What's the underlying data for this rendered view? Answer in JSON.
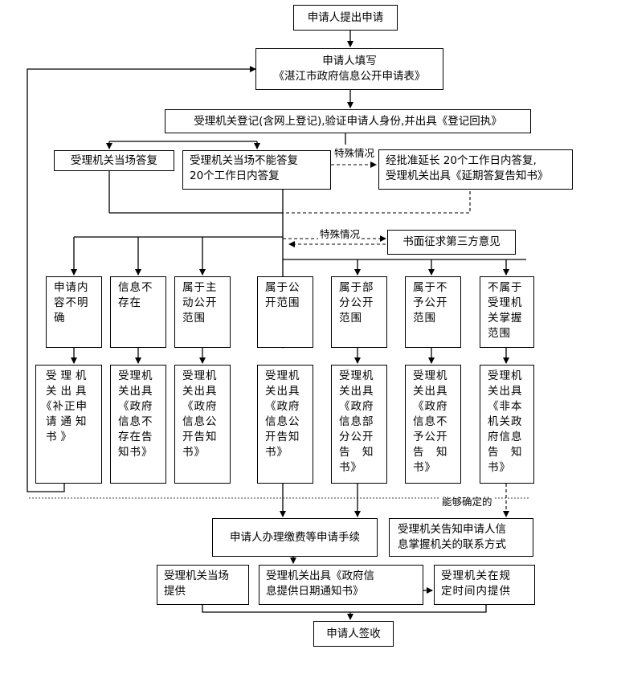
{
  "nodes": {
    "apply": "申请人提出申请",
    "fill_form": [
      "申请人填写",
      "《湛江市政府信息公开申请表》"
    ],
    "register": "受理机关登记(含网上登记),验证申请人身份,并出具《登记回执》",
    "reply_onsite": "受理机关当场答复",
    "reply_20days": [
      "受理机关当场不能答复",
      "20个工作日内答复"
    ],
    "extension": [
      "经批准延长 20个工作日内答复,",
      "受理机关出具《延期答复告知书》"
    ],
    "third_party": "书面征求第三方意见",
    "categories": [
      [
        "申请内",
        "容不明",
        "确"
      ],
      [
        "信息不",
        "存在"
      ],
      [
        "属于主",
        "动公开",
        "范围"
      ],
      [
        "属于公",
        "开范围"
      ],
      [
        "属于部",
        "分公开",
        "范围"
      ],
      [
        "属于不",
        "予公开",
        "范围"
      ],
      [
        "不属于",
        "受理机",
        "关掌握",
        "范围"
      ]
    ],
    "notices": [
      [
        "受理机",
        "关出具",
        "《补正申",
        "请通知",
        "书》"
      ],
      [
        "受理机",
        "关出具",
        "《政府",
        "信息不",
        "存在告",
        "知书》"
      ],
      [
        "受理机",
        "关出具",
        "《政府",
        "信息公",
        "开告知",
        "书》"
      ],
      [
        "受理机",
        "关出具",
        "《政府",
        "信息公",
        "开告知",
        "书》"
      ],
      [
        "受理机",
        "关出具",
        "《政府",
        "信息部",
        "分公开",
        "告　知",
        "书》"
      ],
      [
        "受理机",
        "关出具",
        "《政府",
        "信息不",
        "予公开",
        "告　知",
        "书》"
      ],
      [
        "受理机",
        "关出具",
        "《非本",
        "机关政",
        "府信息",
        "告　知",
        "书》"
      ]
    ],
    "pay_fees": "申请人办理缴费等申请手续",
    "inform_contact": [
      "受理机关告知申请人信",
      "息掌握机关的联系方式"
    ],
    "provide_onsite": [
      "受理机关当场",
      "提供"
    ],
    "schedule_notice": [
      "受理机关出具《政府信",
      "息提供日期通知书》"
    ],
    "provide_later": [
      "受理机关在规",
      "定时间内提供"
    ],
    "sign": "申请人签收"
  },
  "edge_labels": {
    "special_1": "特殊情况",
    "special_2": "特殊情况",
    "can_determine": "能够确定的"
  }
}
